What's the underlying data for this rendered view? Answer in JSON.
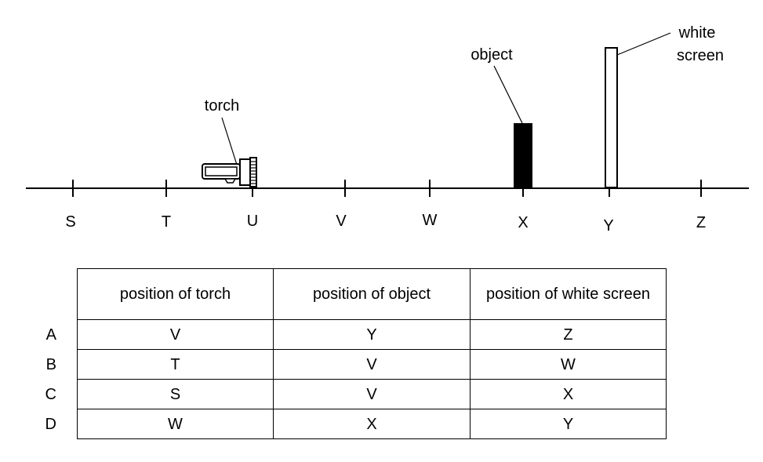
{
  "positions": [
    "S",
    "T",
    "U",
    "V",
    "W",
    "X",
    "Y",
    "Z"
  ],
  "labels": {
    "torch": "torch",
    "object": "object",
    "screen_line1": "white",
    "screen_line2": "screen"
  },
  "table": {
    "headers": [
      "position of torch",
      "position of object",
      "position of white screen"
    ],
    "rows": [
      {
        "option": "A",
        "torch": "V",
        "object": "Y",
        "screen": "Z"
      },
      {
        "option": "B",
        "torch": "T",
        "object": "V",
        "screen": "W"
      },
      {
        "option": "C",
        "torch": "S",
        "object": "V",
        "screen": "X"
      },
      {
        "option": "D",
        "torch": "W",
        "object": "X",
        "screen": "Y"
      }
    ]
  }
}
